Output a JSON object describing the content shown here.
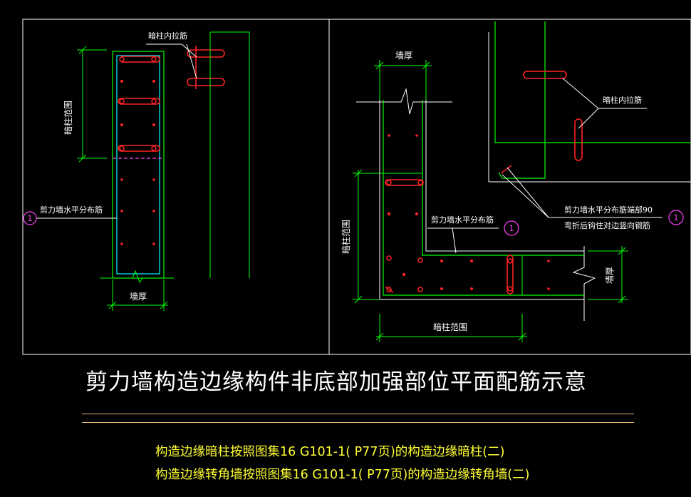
{
  "left_detail": {
    "label_tie_bar": "暗柱内拉筋",
    "label_column_range": "暗柱范围",
    "label_horizontal_bar": "剪力墙水平分布筋",
    "label_wall_thickness": "墙厚",
    "callout_number": "1"
  },
  "right_detail": {
    "label_wall_thickness_top": "墙厚",
    "label_tie_bar": "暗柱内拉筋",
    "label_horizontal_bar": "剪力墙水平分布筋",
    "label_column_range_vertical": "暗柱范围",
    "label_column_range_bottom": "暗柱范围",
    "label_wall_thickness_right": "墙厚",
    "note_line1": "剪力墙水平分布筋端部90",
    "note_line2": "弯折后钩住对边竖向钢筋",
    "callout_number_middle": "1",
    "callout_number_right": "1"
  },
  "title": "剪力墙构造边缘构件非底部加强部位平面配筋示意",
  "notes": [
    "构造边缘暗柱按照图集16 G101-1( P77页)的构造边缘暗柱(二)",
    "构造边缘转角墙按照图集16 G101-1( P77页)的构造边缘转角墙(二)"
  ],
  "colors": {
    "background": "#000000",
    "frame": "#ffffff",
    "wall_outline": "#00ff00",
    "stirrup": "#00ffff",
    "rebar_and_tie": "#ff2222",
    "callout": "#ff44ff",
    "note_text": "#ffff33",
    "rule": "#e8b87a"
  }
}
